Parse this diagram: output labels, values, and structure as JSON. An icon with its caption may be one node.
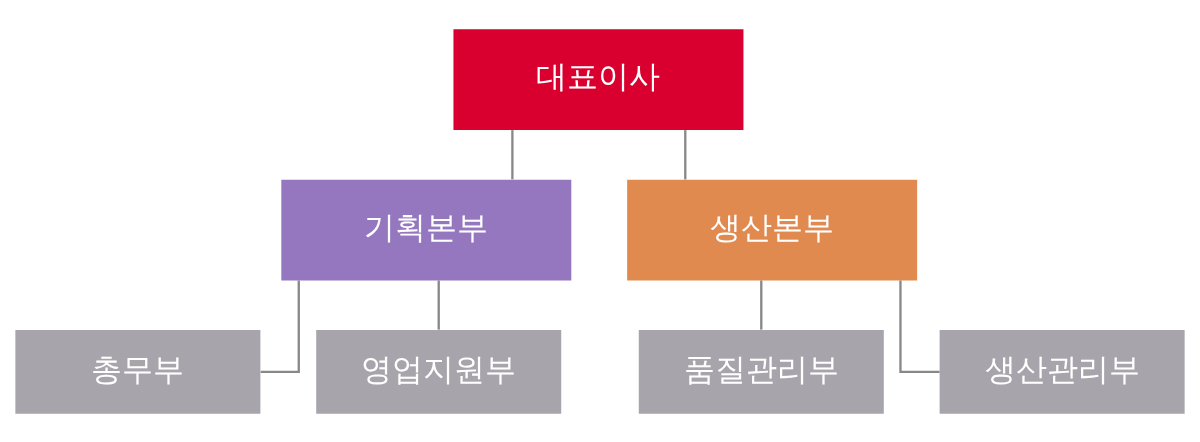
{
  "diagram": {
    "nodes": [
      {
        "text": [
          "대표이사"
        ]
      },
      {
        "text": [
          "기획본부"
        ]
      },
      {
        "text": [
          "생산본부"
        ]
      },
      {
        "text": [
          "총무부"
        ]
      },
      {
        "text": [
          "영업지원부"
        ]
      },
      {
        "text": [
          "품질관리부"
        ]
      },
      {
        "text": [
          "생산관리부"
        ]
      }
    ],
    "edges": [
      {
        "from": 0,
        "to": 1,
        "arrow": "none"
      },
      {
        "from": 0,
        "to": 2,
        "arrow": "none"
      },
      {
        "from": 1,
        "to": 3,
        "arrow": "none"
      },
      {
        "from": 1,
        "to": 4,
        "arrow": "none"
      },
      {
        "from": 2,
        "to": 5,
        "arrow": "none"
      },
      {
        "from": 2,
        "to": 6,
        "arrow": "none"
      }
    ]
  }
}
